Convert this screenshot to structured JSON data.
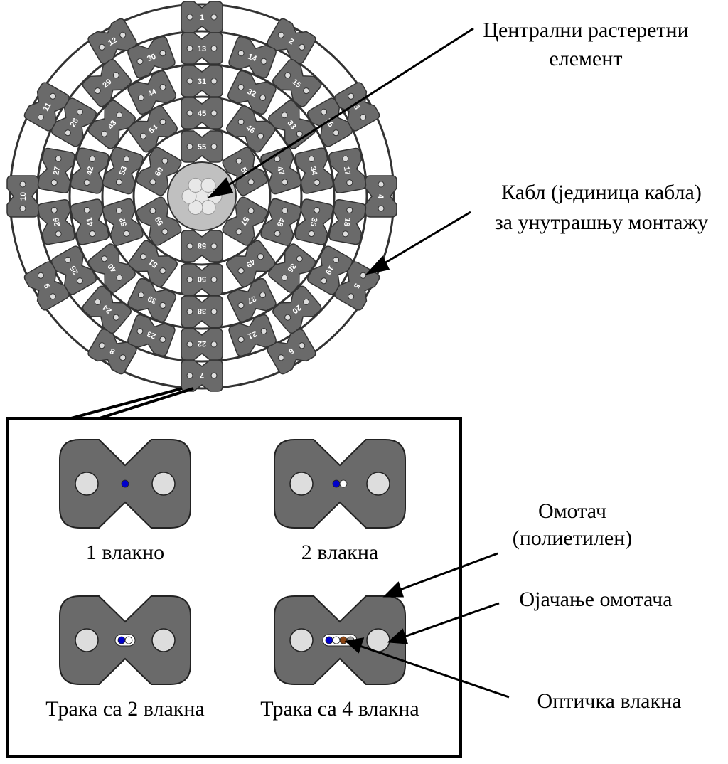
{
  "labels": {
    "central_element": [
      "Централни растеретни",
      "елемент"
    ],
    "cable_unit": [
      "Кабл (јединица кабла)",
      "за унутрашњу монтажу"
    ],
    "sheath": [
      "Омотач",
      "(полиетилен)"
    ],
    "sheath_reinforcement": "Ојачање омотача",
    "optical_fibers": "Оптичка влакна"
  },
  "variants": [
    {
      "caption": "1 влакно",
      "fibers": [
        "#0000cc"
      ],
      "ribbon": false
    },
    {
      "caption": "2 влакна",
      "fibers": [
        "#0000cc",
        "#ffffff"
      ],
      "ribbon": false
    },
    {
      "caption": "Трака са 2 влакна",
      "fibers": [
        "#0000cc",
        "#ffffff"
      ],
      "ribbon": true
    },
    {
      "caption": "Трака са 4 влакна",
      "fibers": [
        "#0000cc",
        "#ffffff",
        "#8b4513",
        "#999999"
      ],
      "ribbon": true
    }
  ],
  "rings": [
    {
      "units": [
        1,
        2,
        3,
        4,
        5,
        6,
        7,
        8,
        9,
        10,
        11,
        12
      ]
    },
    {
      "units": [
        13,
        14,
        15,
        16,
        17,
        18,
        19,
        20,
        21,
        22,
        23,
        24,
        25,
        26,
        27,
        28,
        29,
        30
      ]
    },
    {
      "units": [
        31,
        32,
        33,
        34,
        35,
        36,
        37,
        38,
        39,
        40,
        41,
        42,
        43,
        44
      ]
    },
    {
      "units": [
        45,
        46,
        47,
        48,
        49,
        50,
        51,
        52,
        53,
        54
      ]
    },
    {
      "units": [
        55,
        56,
        57,
        58,
        59,
        60
      ]
    }
  ],
  "colors": {
    "unit_fill": "#6a6a6a",
    "reinforcement": "#dddddd",
    "center_fill": "#c0c0c0",
    "center_rods": "#e8e8e8"
  }
}
